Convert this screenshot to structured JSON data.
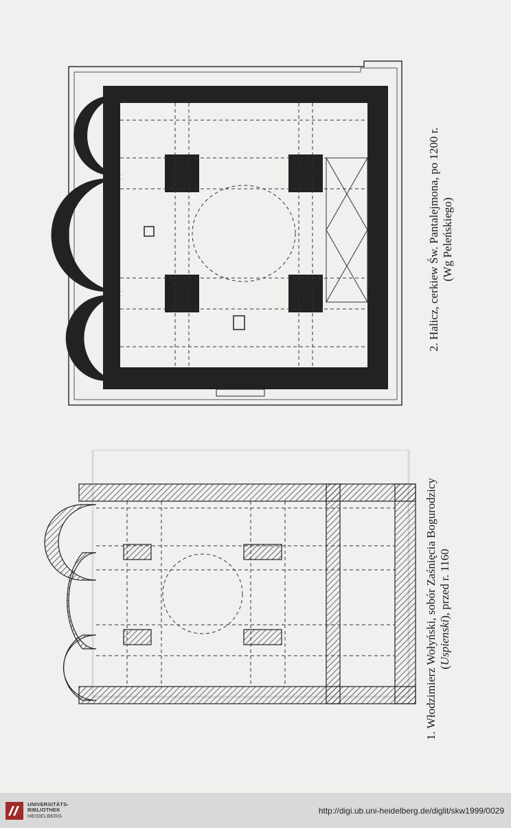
{
  "captions": {
    "top": {
      "line1": "2. Halicz, cerkiew Św. Pantalejmona, po 1200 r.",
      "line2": "(Wg Peleńskiego)"
    },
    "bottom": {
      "line1": "1. Włodzimierz Wołyński, sobór Zaśnięcia Bogurodzicy",
      "line2_italic": "Uspienski",
      "line2_rest": "), przed r. 1160",
      "line2_open": "("
    }
  },
  "footer": {
    "logo_line1": "UNIVERSITÄTS-",
    "logo_line2": "BIBLIOTHEK",
    "logo_line3": "HEIDELBERG",
    "url": "http://digi.ub.uni-heidelberg.de/diglit/skw1999/0029"
  }
}
